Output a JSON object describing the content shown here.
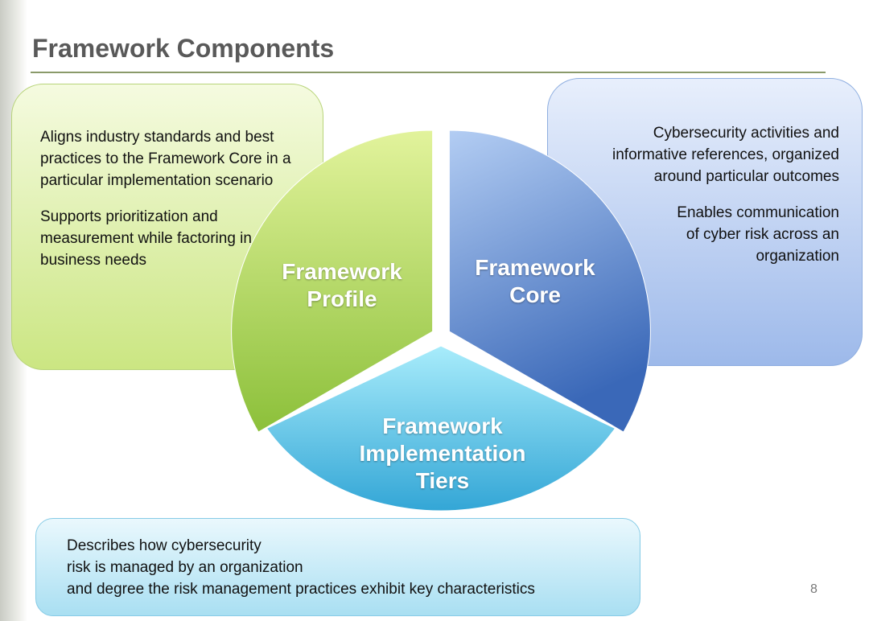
{
  "title": "Framework Components",
  "profile": {
    "label_line1": "Framework",
    "label_line2": "Profile",
    "desc1": "Aligns industry standards and best practices to the Framework Core in a particular implementation scenario",
    "desc2": "Supports prioritization and measurement while factoring in business needs"
  },
  "core": {
    "label_line1": "Framework",
    "label_line2": "Core",
    "desc1": "Cybersecurity activities and informative references, organized around particular outcomes",
    "desc2": "Enables communication of cyber risk across an organization"
  },
  "tiers": {
    "label_line1": "Framework",
    "label_line2": "Implementation",
    "label_line3": "Tiers",
    "desc_line1": "Describes how cybersecurity",
    "desc_line2": "risk is managed by an organization",
    "desc_line3": "and degree the risk management practices exhibit key characteristics"
  },
  "page_number": "8"
}
